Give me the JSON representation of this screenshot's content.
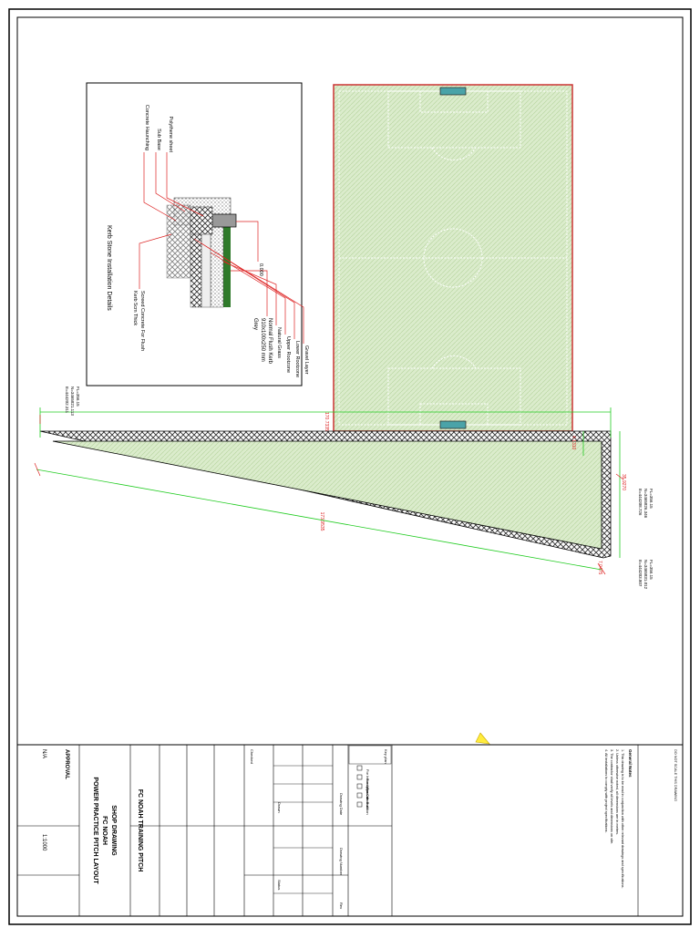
{
  "detail": {
    "title": "Kerb Stone Installation Details",
    "kerb_name": "Normal Flush Kerb",
    "kerb_size": "910x100x250 mm",
    "kerb_grey": "Grey",
    "natural_grass": "Natural Grass",
    "upper_rootzone": "Upper Rootzone",
    "lower_rootzone": "Lower Rootzone",
    "gravel_layer": "Gravel Layer",
    "polythene": "Polythene sheet",
    "sub_base": "Sub Base",
    "haunching": "Concrete Haunching",
    "screed": "Screed Concrete For Flush",
    "screed2": "Kerb 5cm Thick",
    "level": "0.000"
  },
  "dimensions": {
    "top": "170.7335",
    "diagonal": "173.9535",
    "right_width": "35.9270",
    "right_lower": "7.0475",
    "right_small": "4.1310"
  },
  "coords": {
    "top_left": [
      "E=444202.311",
      "N=3465821.113",
      "FL=356.15"
    ],
    "right_top": [
      "E=444208.726",
      "N=3465826.346",
      "FL=356.15"
    ],
    "right_bottom": [
      "E=444203.807",
      "N=3465831.012",
      "FL=356.15"
    ]
  },
  "title_block": {
    "project": "FC NOAH TRAINING PITCH",
    "drawing_type": "SHOP DRAWING",
    "client": "FC NOAH",
    "drawing_title": "POWER PRACTICE PITCH LAYOUT",
    "approval": "APPROVAL",
    "na": "N/A",
    "scale": "1:1000",
    "date_label": "Drawing Date",
    "number_label": "Drawing Number",
    "rev_label": "Rev",
    "checked_label": "Checked",
    "drawn_label": "Drawn",
    "status_label": "Status",
    "key_label": "Key plan",
    "notes_title": "General Notes",
    "notes": [
      "1. This drawing is to be read in conjunction with other relevant drawings and specifications.",
      "2. Unless otherwise noted, all dimensions are in metres.",
      "3. The contractor shall verify all levels and dimensions on site.",
      "4. All installations to comply with project specifications."
    ],
    "legend": [
      "For Information",
      "For Approval",
      "For Construction",
      "As Built"
    ],
    "do_not_scale": "DO NOT SCALE THIS DRAWING"
  }
}
